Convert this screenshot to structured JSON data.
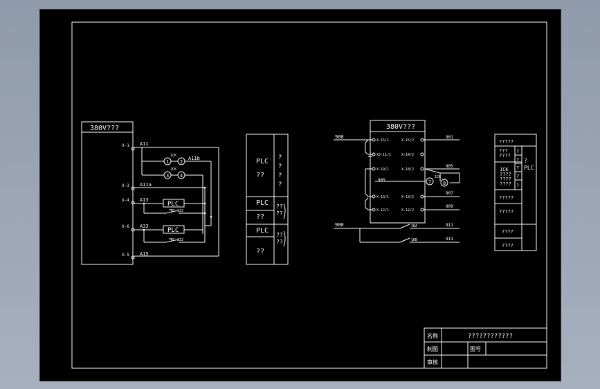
{
  "drawing": {
    "left_panel": {
      "title": "380V???",
      "terminals": [
        "X-1",
        "X-3",
        "X-4",
        "X-6",
        "X-5"
      ],
      "wires": [
        "A11",
        "A11b",
        "A11a",
        "A13",
        "A33",
        "A15"
      ],
      "contacts": [
        "1CK",
        "2CK"
      ],
      "nodes": [
        "1",
        "2",
        "3",
        "4"
      ],
      "plc_label": "PLC",
      "timers": [
        "1ZJ",
        "2ZJ"
      ]
    },
    "legend_left": {
      "rows": [
        {
          "top": "PLC",
          "bottom": "??",
          "side": "?\n?\n?\n?"
        },
        {
          "top": "PLC",
          "bottom": "??",
          "side": "??\n??"
        },
        {
          "top": "PLC",
          "bottom": "??",
          "side": "??\n??"
        }
      ]
    },
    "right_panel": {
      "title": "380V???",
      "left_terminals": [
        "X-15/1",
        "X2-11/1",
        "X-19/1",
        "X-13/1",
        "X-12/1"
      ],
      "right_terminals": [
        "X-15/2",
        "X-14/2",
        "X-18/2",
        "X-13/2",
        "X-12/2"
      ],
      "wires_left": [
        "900",
        "905"
      ],
      "wires_right": [
        "901",
        "905",
        "907",
        "909"
      ],
      "relay": "1CK",
      "relay_nodes": [
        "7",
        "8"
      ],
      "bottom_wires": [
        "900",
        "911",
        "913"
      ],
      "bottom_contacts": [
        "1KA",
        "1KB"
      ]
    },
    "legend_right": {
      "rows": [
        "?????",
        "???\n????",
        "1CK\n????\n????\n????",
        "?????",
        "?????",
        "????",
        "????"
      ],
      "side_cells": [
        "?",
        "?",
        "?",
        "?",
        "?"
      ],
      "side_label": "?\nPLC"
    },
    "title_block": {
      "row1_label": "名称",
      "title": "????????????",
      "row2_label": "制图",
      "row2_field": "图号",
      "row3_label": "审核"
    }
  },
  "colors": {
    "background": "#000000",
    "lines": "#ffffff",
    "frame_bg": "#9aa4b4"
  }
}
